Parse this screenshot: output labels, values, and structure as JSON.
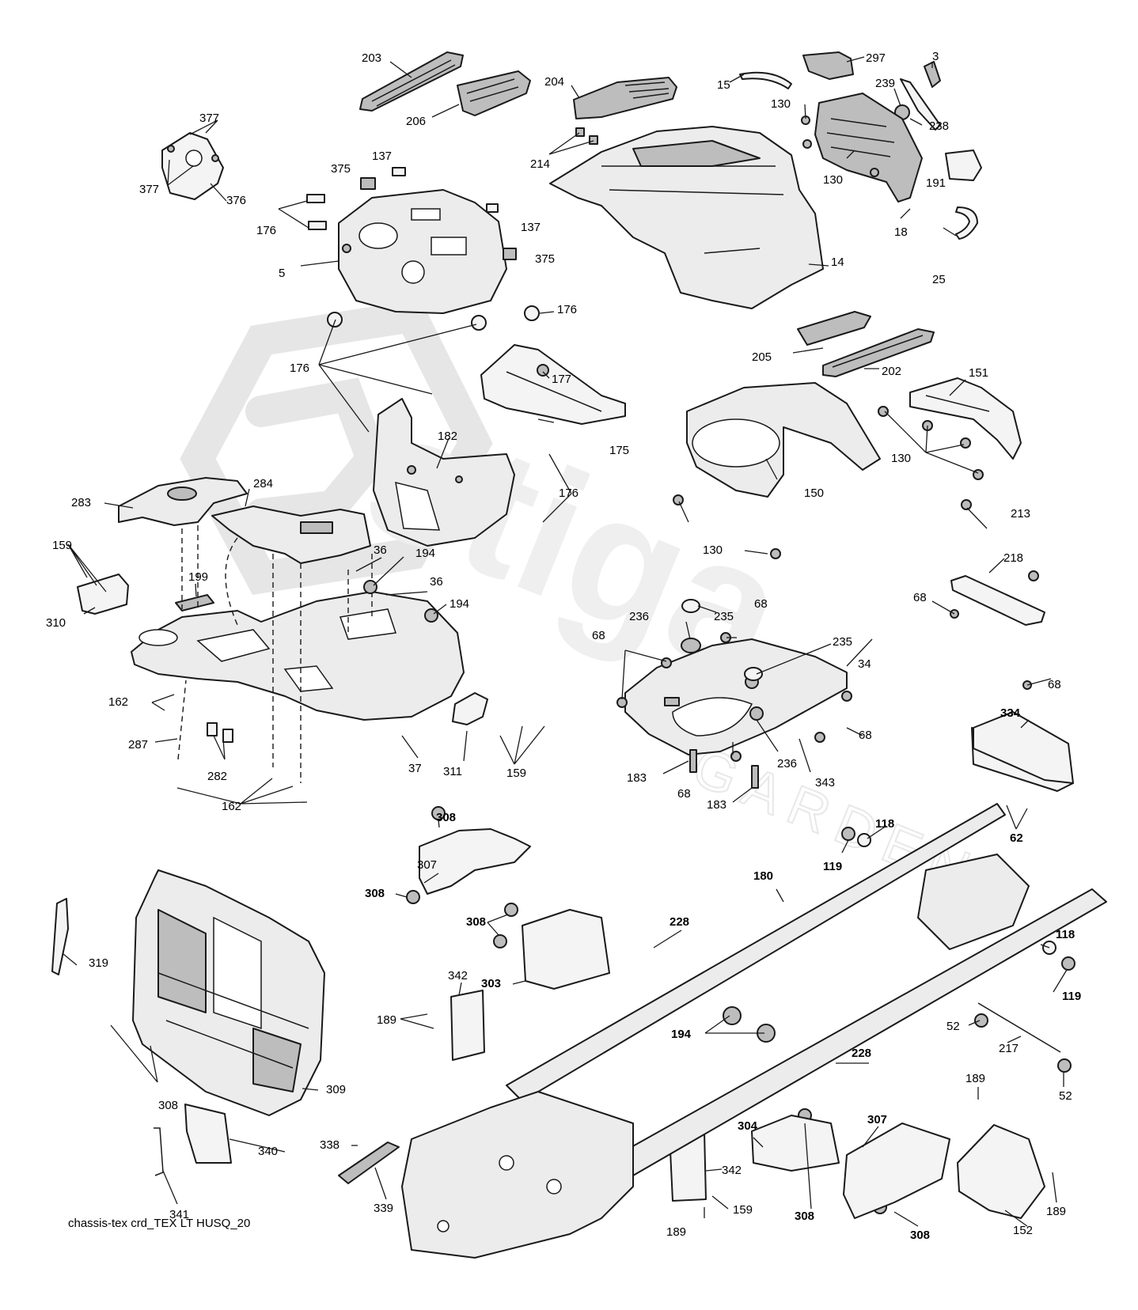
{
  "caption": "chassis-tex crd_TEX LT HUSQ_20",
  "callouts": {
    "c203": "203",
    "c206": "206",
    "c204": "204",
    "c214": "214",
    "c15": "15",
    "c297": "297",
    "c3": "3",
    "c239": "239",
    "c130a": "130",
    "c238": "238",
    "c130b": "130",
    "c18": "18",
    "c191": "191",
    "c25": "25",
    "c377a": "377",
    "c377b": "377",
    "c376": "376",
    "c375a": "375",
    "c137a": "137",
    "c137b": "137",
    "c375b": "375",
    "c176a": "176",
    "c5": "5",
    "c176b": "176",
    "c176c": "176",
    "c176d": "176",
    "c14": "14",
    "c205": "205",
    "c202": "202",
    "c177": "177",
    "c175": "175",
    "c182": "182",
    "c151": "151",
    "c130c": "130",
    "c150": "150",
    "c130d": "130",
    "c283": "283",
    "c284": "284",
    "c159a": "159",
    "c199": "199",
    "c310": "310",
    "c36a": "36",
    "c194a": "194",
    "c36b": "36",
    "c194b": "194",
    "c162a": "162",
    "c287": "287",
    "c282": "282",
    "c37": "37",
    "c311": "311",
    "c159b": "159",
    "c162b": "162",
    "c235a": "235",
    "c236a": "236",
    "c68a": "68",
    "c68b": "68",
    "c235b": "235",
    "c34": "34",
    "c68c": "68",
    "c183a": "183",
    "c68d": "68",
    "c236b": "236",
    "c343": "343",
    "c183b": "183",
    "c213": "213",
    "c218": "218",
    "c68e": "68",
    "c68f": "68",
    "c334": "334",
    "c62": "62",
    "c118a": "118",
    "c119a": "119",
    "c308a": "308",
    "c307a": "307",
    "c308b": "308",
    "c308c": "308",
    "c303": "303",
    "c342a": "342",
    "c189a": "189",
    "c180": "180",
    "c228a": "228",
    "c194c": "194",
    "c118b": "118",
    "c119b": "119",
    "c52a": "52",
    "c217": "217",
    "c52b": "52",
    "c228b": "228",
    "c319": "319",
    "c308d": "308",
    "c309": "309",
    "c340": "340",
    "c341": "341",
    "c338": "338",
    "c339": "339",
    "c304": "304",
    "c307b": "307",
    "c342b": "342",
    "c159c": "159",
    "c189b": "189",
    "c308e": "308",
    "c308f": "308",
    "c189c": "189",
    "c152": "152",
    "c189d": "189"
  }
}
